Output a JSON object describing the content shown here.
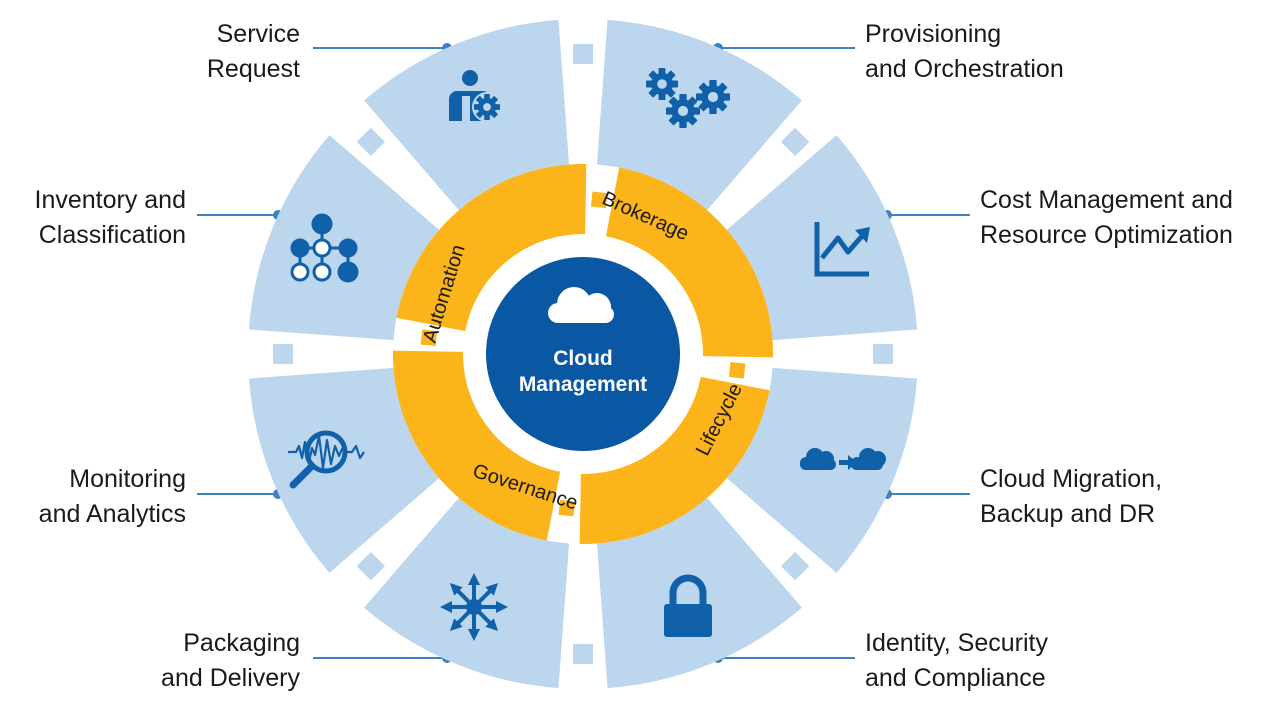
{
  "center": {
    "line1": "Cloud",
    "line2": "Management"
  },
  "inner_ring": [
    {
      "id": "brokerage",
      "label": "Brokerage"
    },
    {
      "id": "lifecycle",
      "label": "Lifecycle"
    },
    {
      "id": "governance",
      "label": "Governance"
    },
    {
      "id": "automation",
      "label": "Automation"
    }
  ],
  "outer_ring": [
    {
      "id": "provisioning",
      "lines": [
        "Provisioning",
        "and Orchestration"
      ],
      "icon": "gears-icon"
    },
    {
      "id": "cost",
      "lines": [
        "Cost Management and",
        "Resource Optimization"
      ],
      "icon": "trend-chart-icon"
    },
    {
      "id": "migration",
      "lines": [
        "Cloud Migration,",
        "Backup and DR"
      ],
      "icon": "cloud-migration-icon"
    },
    {
      "id": "identity",
      "lines": [
        "Identity, Security",
        "and Compliance"
      ],
      "icon": "padlock-icon"
    },
    {
      "id": "packaging",
      "lines": [
        "Packaging",
        "and Delivery"
      ],
      "icon": "distribution-arrows-icon"
    },
    {
      "id": "monitoring",
      "lines": [
        "Monitoring",
        "and Analytics"
      ],
      "icon": "magnifier-waveform-icon"
    },
    {
      "id": "inventory",
      "lines": [
        "Inventory and",
        "Classification"
      ],
      "icon": "node-tree-icon"
    },
    {
      "id": "service",
      "lines": [
        "Service",
        "Request"
      ],
      "icon": "person-gear-icon"
    }
  ],
  "colors": {
    "segment_light": "#bcd6ee",
    "primary_blue": "#0a57a4",
    "icon_blue": "#1060aa",
    "orange": "#fbb419",
    "connector": "#3f80c0"
  }
}
